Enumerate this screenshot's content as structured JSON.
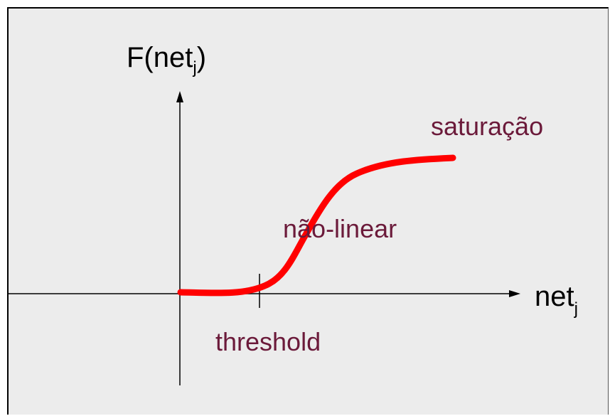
{
  "y_axis_label": {
    "main": "F(net",
    "subscript": "j",
    "close": ")"
  },
  "x_axis_label": {
    "main": "net",
    "subscript": "j"
  },
  "annotations": {
    "saturation": "saturação",
    "nonlinear": "não-linear",
    "threshold": "threshold"
  },
  "colors": {
    "background": "#ececec",
    "curve": "#ff0000",
    "annotation_text": "#6b1a3a",
    "axis_text": "#000000",
    "axes": "#000000"
  }
}
